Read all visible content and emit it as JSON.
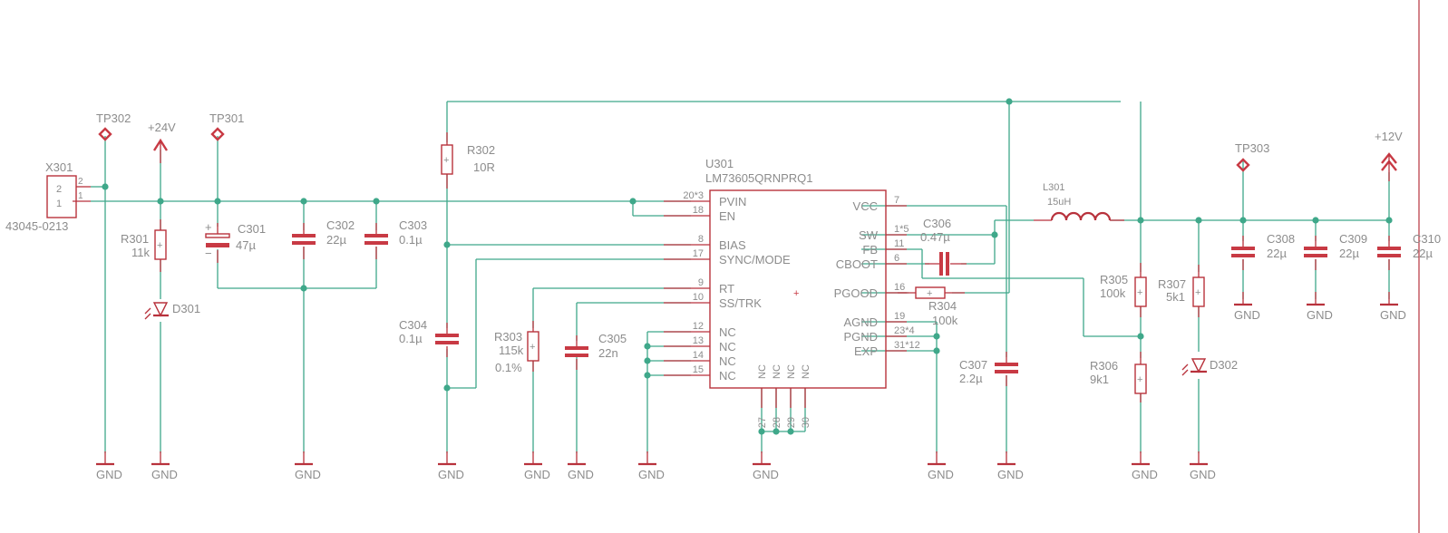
{
  "schematic": {
    "colors": {
      "wire": "#3fa88a",
      "part": "#b8323c",
      "text": "#8c8c8c",
      "background": "#ffffff"
    },
    "ground_label": "GND",
    "connector": {
      "ref": "X301",
      "value": "43045-0213",
      "pins": [
        "2",
        "1"
      ],
      "pin_numbers": [
        "2",
        "1"
      ]
    },
    "testpoints": [
      {
        "ref": "TP302"
      },
      {
        "ref": "TP301"
      },
      {
        "ref": "TP303"
      }
    ],
    "supplies": [
      {
        "name": "+24V"
      },
      {
        "name": "+12V"
      }
    ],
    "resistors": [
      {
        "ref": "R301",
        "value": "11k"
      },
      {
        "ref": "R302",
        "value": "10R"
      },
      {
        "ref": "R303",
        "value": "115k",
        "tolerance": "0.1%"
      },
      {
        "ref": "R304",
        "value": "100k"
      },
      {
        "ref": "R305",
        "value": "100k"
      },
      {
        "ref": "R306",
        "value": "9k1"
      },
      {
        "ref": "R307",
        "value": "5k1"
      }
    ],
    "capacitors": [
      {
        "ref": "C301",
        "value": "47µ"
      },
      {
        "ref": "C302",
        "value": "22µ"
      },
      {
        "ref": "C303",
        "value": "0.1µ"
      },
      {
        "ref": "C304",
        "value": "0.1µ"
      },
      {
        "ref": "C305",
        "value": "22n"
      },
      {
        "ref": "C306",
        "value": "0.47µ"
      },
      {
        "ref": "C307",
        "value": "2.2µ"
      },
      {
        "ref": "C308",
        "value": "22µ"
      },
      {
        "ref": "C309",
        "value": "22µ"
      },
      {
        "ref": "C310",
        "value": "22µ"
      }
    ],
    "leds": [
      {
        "ref": "D301"
      },
      {
        "ref": "D302"
      }
    ],
    "inductor": {
      "ref": "L301",
      "value": "15uH"
    },
    "ic": {
      "ref": "U301",
      "value": "LM73605QRNPRQ1",
      "left_pins": [
        {
          "num": "20*3",
          "name": "PVIN"
        },
        {
          "num": "18",
          "name": "EN"
        },
        {
          "num": "8",
          "name": "BIAS"
        },
        {
          "num": "17",
          "name": "SYNC/MODE"
        },
        {
          "num": "9",
          "name": "RT"
        },
        {
          "num": "10",
          "name": "SS/TRK"
        },
        {
          "num": "12",
          "name": "NC"
        },
        {
          "num": "13",
          "name": "NC"
        },
        {
          "num": "14",
          "name": "NC"
        },
        {
          "num": "15",
          "name": "NC"
        }
      ],
      "right_pins": [
        {
          "num": "7",
          "name": "VCC"
        },
        {
          "num": "1*5",
          "name": "SW"
        },
        {
          "num": "11",
          "name": "FB"
        },
        {
          "num": "6",
          "name": "CBOOT"
        },
        {
          "num": "16",
          "name": "PGOOD"
        },
        {
          "num": "19",
          "name": "AGND"
        },
        {
          "num": "23*4",
          "name": "PGND"
        },
        {
          "num": "31*12",
          "name": "EXP"
        }
      ],
      "bottom_pins": [
        {
          "num": "27",
          "name": "NC"
        },
        {
          "num": "28",
          "name": "NC"
        },
        {
          "num": "29",
          "name": "NC"
        },
        {
          "num": "30",
          "name": "NC"
        }
      ]
    }
  }
}
